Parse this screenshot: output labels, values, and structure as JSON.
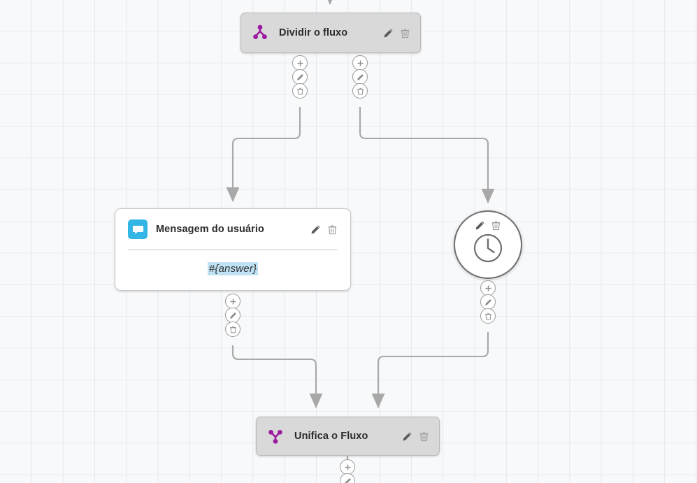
{
  "canvas": {
    "background_color": "#f8f9fa",
    "grid_line_color": "#e4e8f0",
    "edge_color": "#a8a8a8"
  },
  "colors": {
    "split_icon": "#9c1ba0",
    "merge_icon": "#9c1ba0",
    "chat_badge": "#33b5e5",
    "variable_highlight": "#bfe2f4",
    "node_gray": "#d9d9d9",
    "node_white": "#ffffff"
  },
  "nodes": [
    {
      "id": "split",
      "title": "Dividir o fluxo",
      "icon": "split-flow-icon",
      "type": "gray-box",
      "edit_label": "pencil-icon",
      "delete_label": "trash-icon"
    },
    {
      "id": "message",
      "title": "Mensagem do usuário",
      "icon": "chat-bubble-icon",
      "type": "white-box",
      "variable": "#{answer}",
      "edit_label": "pencil-icon",
      "delete_label": "trash-icon"
    },
    {
      "id": "timer",
      "title": "",
      "icon": "clock-icon",
      "type": "circle",
      "edit_label": "pencil-icon",
      "delete_label": "trash-icon"
    },
    {
      "id": "merge",
      "title": "Unifica o Fluxo",
      "icon": "merge-flow-icon",
      "type": "gray-box",
      "edit_label": "pencil-icon",
      "delete_label": "trash-icon"
    }
  ],
  "connector_buttons": {
    "add": "plus-icon",
    "edit": "pencil-icon",
    "delete": "trash-icon"
  },
  "connectors": [
    {
      "id": "split-left-out",
      "buttons": [
        "plus-icon",
        "pencil-icon",
        "trash-icon"
      ]
    },
    {
      "id": "split-right-out",
      "buttons": [
        "plus-icon",
        "pencil-icon",
        "trash-icon"
      ]
    },
    {
      "id": "message-out",
      "buttons": [
        "plus-icon",
        "pencil-icon",
        "trash-icon"
      ]
    },
    {
      "id": "timer-out",
      "buttons": [
        "plus-icon",
        "pencil-icon",
        "trash-icon"
      ]
    },
    {
      "id": "merge-out",
      "buttons": [
        "plus-icon",
        "pencil-icon"
      ]
    }
  ]
}
